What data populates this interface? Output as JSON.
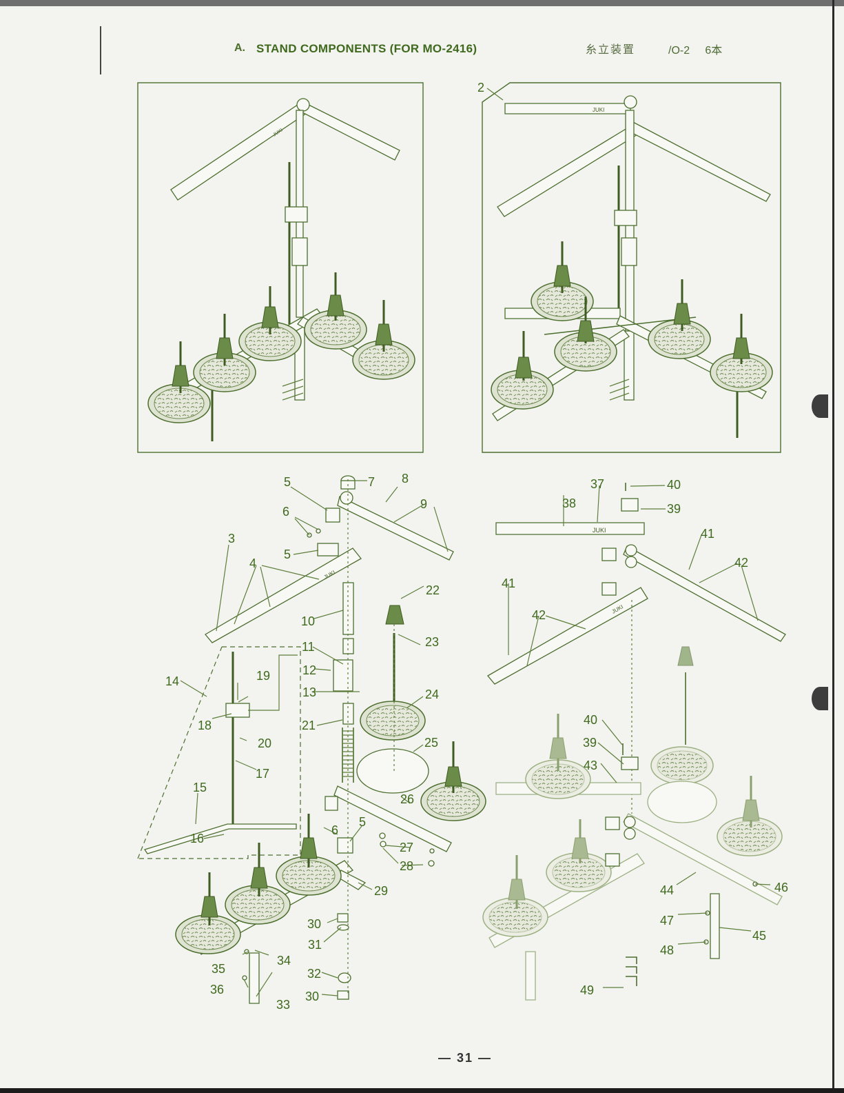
{
  "header": {
    "section_number": "A.",
    "title": "STAND COMPONENTS (FOR MO-2416)",
    "title_ja": "糸立装置",
    "model_code": "/O-2",
    "ja_suffix": "6本"
  },
  "illustration": {
    "brand_mark": "JUKI",
    "left_callouts": [
      "2"
    ],
    "part_callouts": [
      "3",
      "4",
      "5",
      "6",
      "7",
      "8",
      "9",
      "10",
      "11",
      "12",
      "13",
      "14",
      "15",
      "16",
      "17",
      "18",
      "19",
      "20",
      "21",
      "22",
      "23",
      "24",
      "25",
      "26",
      "27",
      "28",
      "29",
      "30",
      "31",
      "32",
      "33",
      "34",
      "35",
      "36",
      "37",
      "38",
      "39",
      "40",
      "41",
      "42",
      "43",
      "44",
      "45",
      "46",
      "47",
      "48",
      "49"
    ]
  },
  "footer": {
    "page_number": "— 31 —"
  }
}
